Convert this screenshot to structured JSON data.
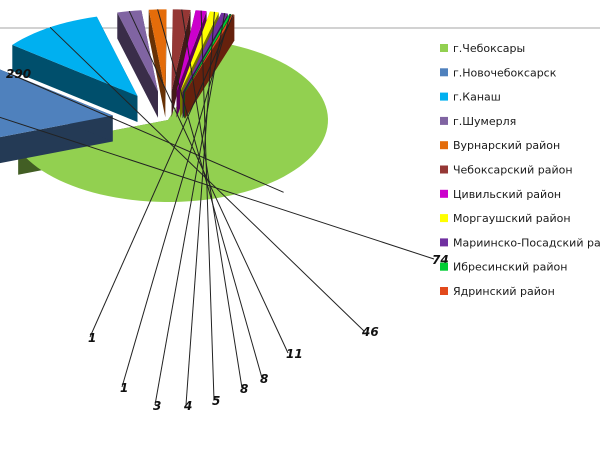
{
  "chart_data": {
    "type": "pie",
    "style": "3d-exploded",
    "legend_position": "right",
    "series": [
      {
        "name": "г.Чебоксары",
        "value": 290,
        "color": "#92D050",
        "label": "290"
      },
      {
        "name": "г.Новочебоксарск",
        "value": 74,
        "color": "#4F81BD",
        "label": "74"
      },
      {
        "name": "г.Канаш",
        "value": 46,
        "color": "#00B0F0",
        "label": "46"
      },
      {
        "name": "г.Шумерля",
        "value": 11,
        "color": "#8064A2",
        "label": "11"
      },
      {
        "name": "Вурнарский район",
        "value": 8,
        "color": "#E46C0A",
        "label": "8"
      },
      {
        "name": "Чебоксарский район",
        "value": 8,
        "color": "#953735",
        "label": "8"
      },
      {
        "name": "Цивильский район",
        "value": 5,
        "color": "#CC00CC",
        "label": "5"
      },
      {
        "name": "Моргаушский район",
        "value": 4,
        "color": "#FFFF00",
        "label": "4"
      },
      {
        "name": "Мариинско-Посадский район",
        "value": 3,
        "color": "#7030A0",
        "label": "3"
      },
      {
        "name": "Ибресинский район",
        "value": 1,
        "color": "#00CC33",
        "label": "1"
      },
      {
        "name": "Ядринский район",
        "value": 1,
        "color": "#E2491C",
        "label": "1"
      }
    ]
  }
}
